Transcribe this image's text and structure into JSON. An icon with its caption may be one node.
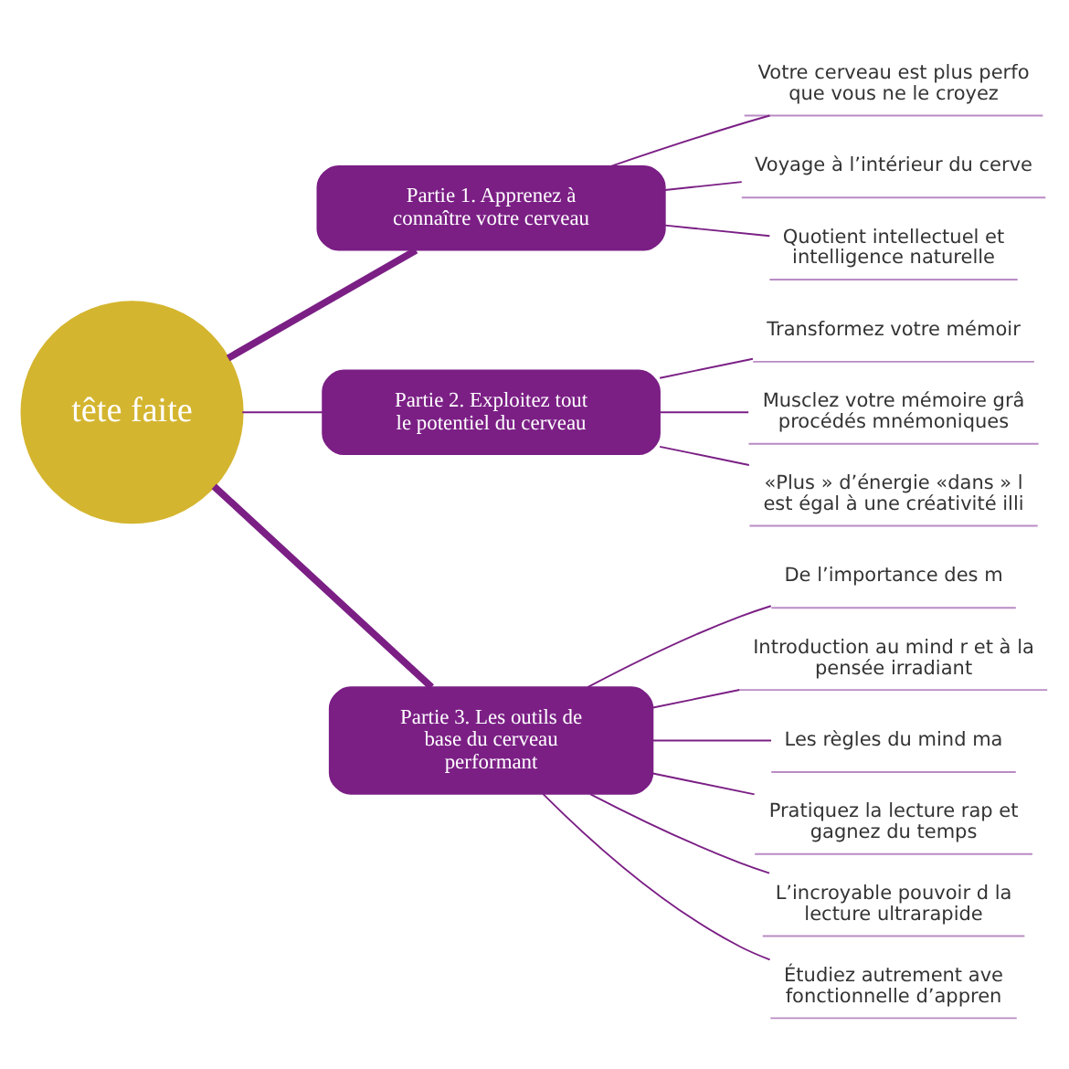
{
  "diagram": {
    "nodes": [
      {
        "text": [
          "tête faite"
        ]
      },
      {
        "text": [
          "Partie 1. Apprenez à connaître votre cerveau"
        ]
      },
      {
        "text": [
          "Partie 2. Exploitez tout le potentiel du cerveau"
        ]
      },
      {
        "text": [
          "Partie 3. Les outils de base du cerveau performant"
        ]
      },
      {
        "text": [
          "Votre cerveau est plus perfo que vous ne le croyez"
        ]
      },
      {
        "text": [
          "Voyage à l’intérieur du cerve"
        ]
      },
      {
        "text": [
          "Quotient intellectuel et intelligence naturelle"
        ]
      },
      {
        "text": [
          "Transformez votre mémoir"
        ]
      },
      {
        "text": [
          "Musclez votre mémoire grâ procédés mnémoniques"
        ]
      },
      {
        "text": [
          "«Plus » d’énergie «dans » l est égal à une créativité illi"
        ]
      },
      {
        "text": [
          "De l’importance des m"
        ]
      },
      {
        "text": [
          "Introduction au mind r et à la pensée irradiant"
        ]
      },
      {
        "text": [
          "Les règles du mind ma"
        ]
      },
      {
        "text": [
          "Pratiquez la lecture rap et gagnez du temps"
        ]
      },
      {
        "text": [
          "L’incroyable pouvoir d la lecture ultrarapide"
        ]
      },
      {
        "text": [
          "Étudiez autrement ave fonctionnelle d’appren"
        ]
      }
    ],
    "edges": [
      {
        "from": 0,
        "to": 1,
        "arrow": "none",
        "style": "thick"
      },
      {
        "from": 0,
        "to": 2,
        "arrow": "none"
      },
      {
        "from": 0,
        "to": 3,
        "arrow": "none",
        "style": "thick"
      },
      {
        "from": 1,
        "to": 4,
        "arrow": "none"
      },
      {
        "from": 1,
        "to": 5,
        "arrow": "none"
      },
      {
        "from": 1,
        "to": 6,
        "arrow": "none"
      },
      {
        "from": 2,
        "to": 7,
        "arrow": "none"
      },
      {
        "from": 2,
        "to": 8,
        "arrow": "none"
      },
      {
        "from": 2,
        "to": 9,
        "arrow": "none"
      },
      {
        "from": 3,
        "to": 10,
        "arrow": "none"
      },
      {
        "from": 3,
        "to": 11,
        "arrow": "none"
      },
      {
        "from": 3,
        "to": 12,
        "arrow": "none"
      },
      {
        "from": 3,
        "to": 13,
        "arrow": "none"
      },
      {
        "from": 3,
        "to": 14,
        "arrow": "none"
      },
      {
        "from": 3,
        "to": 15,
        "arrow": "none"
      }
    ]
  }
}
